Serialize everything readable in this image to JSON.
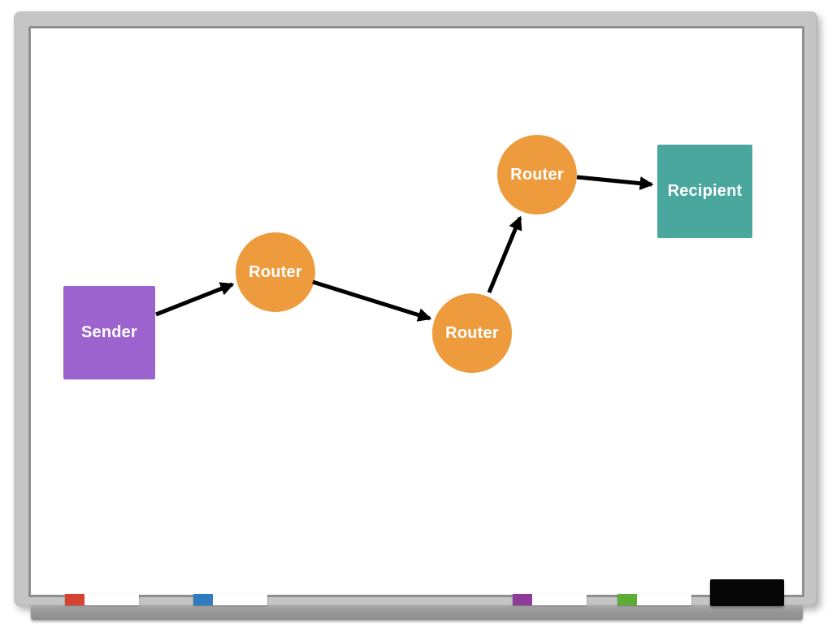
{
  "diagram": {
    "title": "packet routing path from sender to recipient",
    "nodes": [
      {
        "id": "sender",
        "label": "Sender",
        "shape": "square",
        "color": "#9c62ce"
      },
      {
        "id": "router-1",
        "label": "Router",
        "shape": "circle",
        "color": "#ed9b3d"
      },
      {
        "id": "router-2",
        "label": "Router",
        "shape": "circle",
        "color": "#ed9b3d"
      },
      {
        "id": "router-3",
        "label": "Router",
        "shape": "circle",
        "color": "#ed9b3d"
      },
      {
        "id": "recipient",
        "label": "Recipient",
        "shape": "square",
        "color": "#4aa79e"
      }
    ],
    "edges": [
      {
        "from": "sender",
        "to": "router-1"
      },
      {
        "from": "router-1",
        "to": "router-2"
      },
      {
        "from": "router-2",
        "to": "router-3"
      },
      {
        "from": "router-3",
        "to": "recipient"
      }
    ],
    "edge_style": {
      "color": "#000000",
      "stroke_width": 5,
      "arrowhead": "filled-triangle"
    },
    "label_text_color": "#ffffff"
  },
  "whiteboard": {
    "frame_color": "#c5c5c5",
    "frame_inner_border_color": "#8f8f8f",
    "surface_color": "#ffffff",
    "tray_color": "#979797",
    "tray_items": [
      {
        "id": "marker-red",
        "cap_color": "#d84331",
        "body_color": "#ffffff"
      },
      {
        "id": "marker-blue",
        "cap_color": "#2f7bc1",
        "body_color": "#ffffff"
      },
      {
        "id": "marker-purple",
        "cap_color": "#8e3a98",
        "body_color": "#ffffff"
      },
      {
        "id": "marker-green",
        "cap_color": "#5cad33",
        "body_color": "#ffffff"
      },
      {
        "id": "eraser",
        "color": "#060606"
      }
    ]
  }
}
